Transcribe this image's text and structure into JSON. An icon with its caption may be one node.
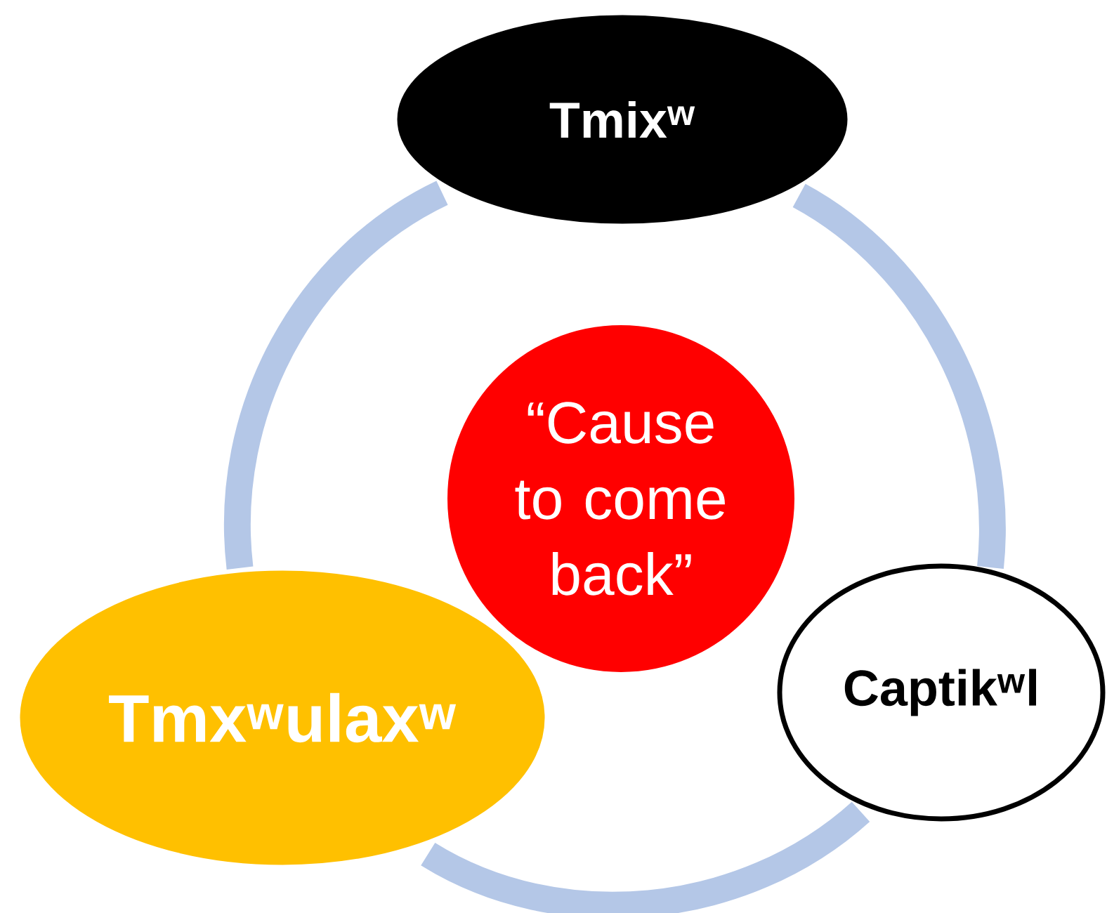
{
  "diagram": {
    "nodes": [
      {
        "text": [
          "Tmix$^{w}$"
        ]
      },
      {
        "text": [
          "“Cause to come back”"
        ]
      },
      {
        "text": [
          "Tmx$^{w}$ulax$^{w}$"
        ]
      },
      {
        "text": [
          "Captik$^{w}$l"
        ]
      }
    ],
    "edges": [
      {
        "from": 0,
        "to": 3,
        "arrow": "none"
      },
      {
        "from": 3,
        "to": 2,
        "arrow": "none"
      },
      {
        "from": 2,
        "to": 0,
        "arrow": "none"
      }
    ]
  }
}
